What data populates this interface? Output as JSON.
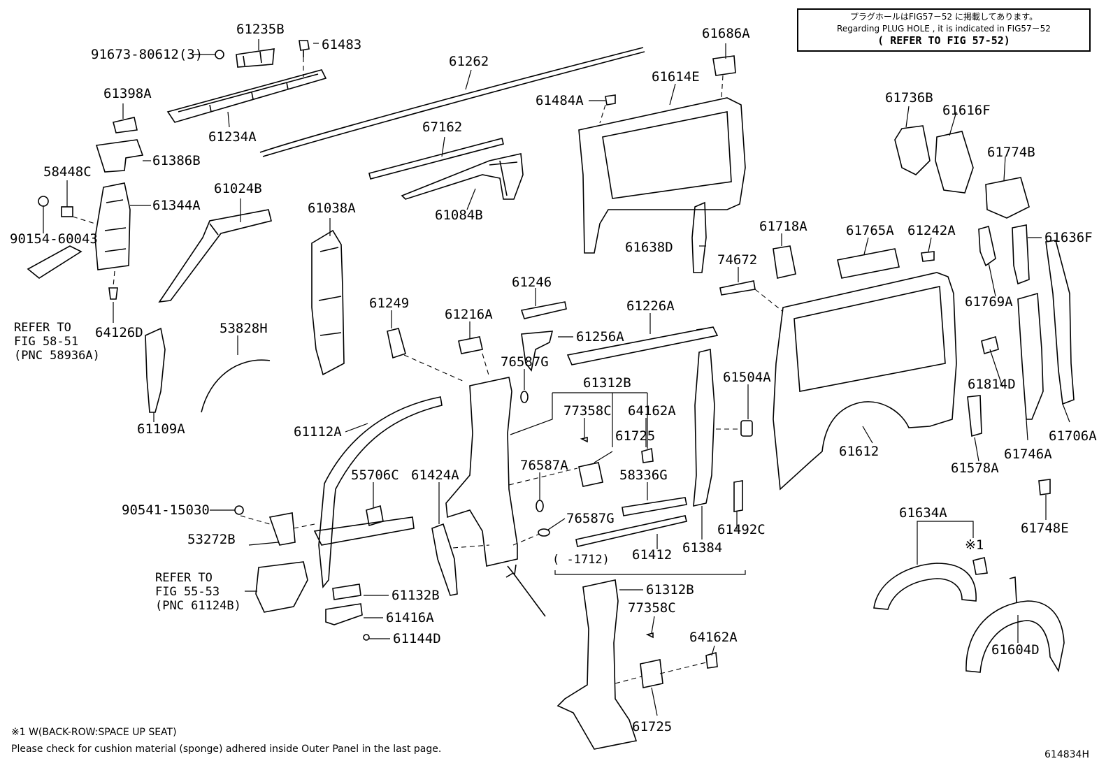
{
  "note": {
    "line1": "プラグホールはFIG57－52 に掲載してあります。",
    "line2": "Regarding PLUG HOLE , it is indicated in FIG57－52",
    "line3": "( REFER TO FIG 57-52)"
  },
  "labels": {
    "p61235B": "61235B",
    "p91673": "91673-80612(3)",
    "p61483": "61483",
    "p61262": "61262",
    "p61686A": "61686A",
    "p61614E": "61614E",
    "p61484A": "61484A",
    "p61398A": "61398A",
    "p61234A": "61234A",
    "p61386B": "61386B",
    "p67162": "67162",
    "p58448C": "58448C",
    "p61344A": "61344A",
    "p61024B": "61024B",
    "p61084B": "61084B",
    "p90154": "90154-60043",
    "p61038A": "61038A",
    "p61638D": "61638D",
    "p61736B": "61736B",
    "p61616F": "61616F",
    "p61774B": "61774B",
    "p61718A": "61718A",
    "p61765A": "61765A",
    "p61242A": "61242A",
    "p74672": "74672",
    "p61636F": "61636F",
    "p61769A": "61769A",
    "p64126D": "64126D",
    "p53828H": "53828H",
    "p61249": "61249",
    "p61216A": "61216A",
    "p61246": "61246",
    "p61226A": "61226A",
    "p61256A": "61256A",
    "p76587G_1": "76587G",
    "p61312B_1": "61312B",
    "p61504A": "61504A",
    "p61814D": "61814D",
    "p77358C_1": "77358C",
    "p64162A_1": "64162A",
    "p61725_1": "61725",
    "p61109A": "61109A",
    "p61112A": "61112A",
    "p61612": "61612",
    "p61706A": "61706A",
    "p61578A": "61578A",
    "p61746A": "61746A",
    "p55706C": "55706C",
    "p61424A": "61424A",
    "p76587A": "76587A",
    "p58336G": "58336G",
    "p90541": "90541-15030",
    "p61748E": "61748E",
    "p76587G_2": "76587G",
    "p61492C": "61492C",
    "p61634A": "61634A",
    "p53272B": "53272B",
    "p61384": "61384",
    "p61412": "61412",
    "p_mark1": "※1",
    "p_range": "(    -1712)",
    "p61312B_2": "61312B",
    "p61132B": "61132B",
    "p77358C_2": "77358C",
    "p61416A": "61416A",
    "p61604D": "61604D",
    "p61144D": "61144D",
    "p64162A_2": "64162A",
    "p61725_2": "61725"
  },
  "references": {
    "ref1": [
      "REFER TO",
      "FIG 58-51",
      "(PNC 58936A)"
    ],
    "ref2": [
      "REFER TO",
      "FIG 55-53",
      "(PNC 61124B)"
    ]
  },
  "footer": {
    "footnote": "※1 W(BACK-ROW:SPACE UP SEAT)",
    "notice": "Please check for cushion material (sponge) adhered inside Outer Panel in the last page.",
    "figure_code": "614834H"
  }
}
